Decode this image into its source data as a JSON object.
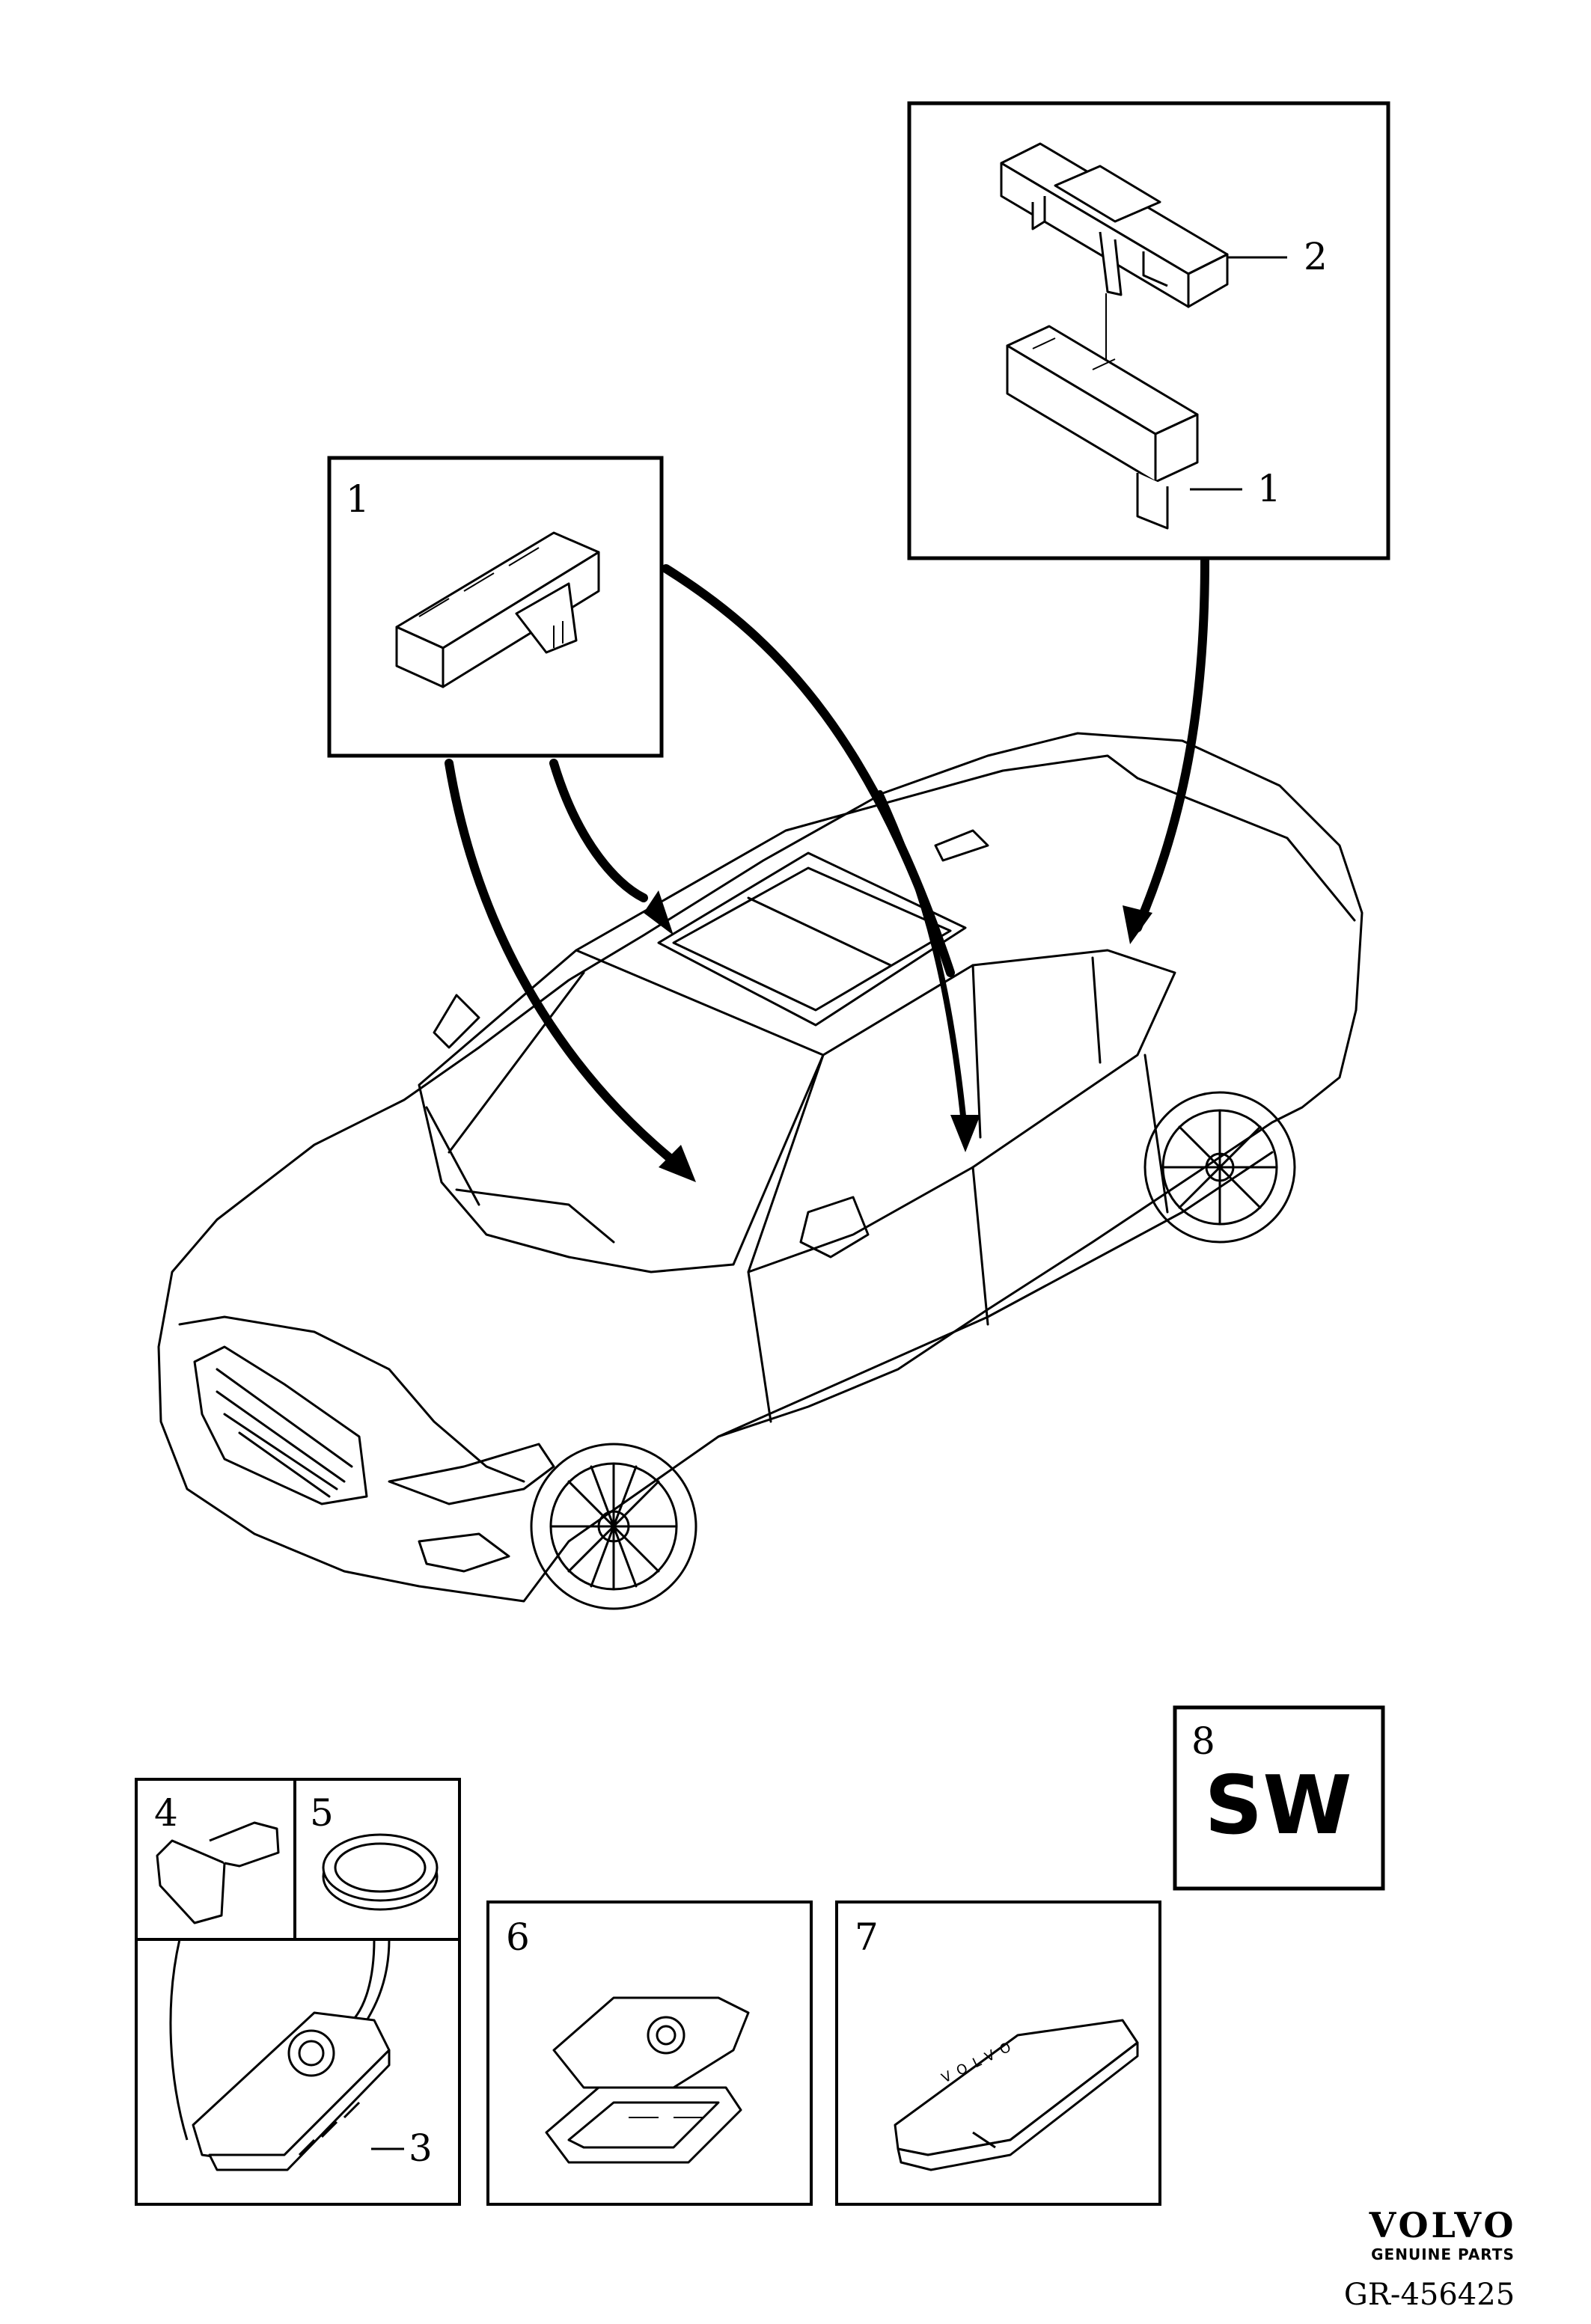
{
  "callouts": {
    "box_1_label": "1",
    "box_2_label": "2",
    "box_2_part1_label": "1",
    "part_3": "3",
    "part_4": "4",
    "part_5": "5",
    "part_6": "6",
    "part_7": "7",
    "part_8": "8"
  },
  "software_box": {
    "text": "SW"
  },
  "key_fob": {
    "engraving": "VOLVO"
  },
  "branding": {
    "logo": "VOLVO",
    "tagline": "GENUINE PARTS",
    "reference": "GR-456425"
  },
  "colors": {
    "line": "#000000",
    "background": "#ffffff"
  }
}
